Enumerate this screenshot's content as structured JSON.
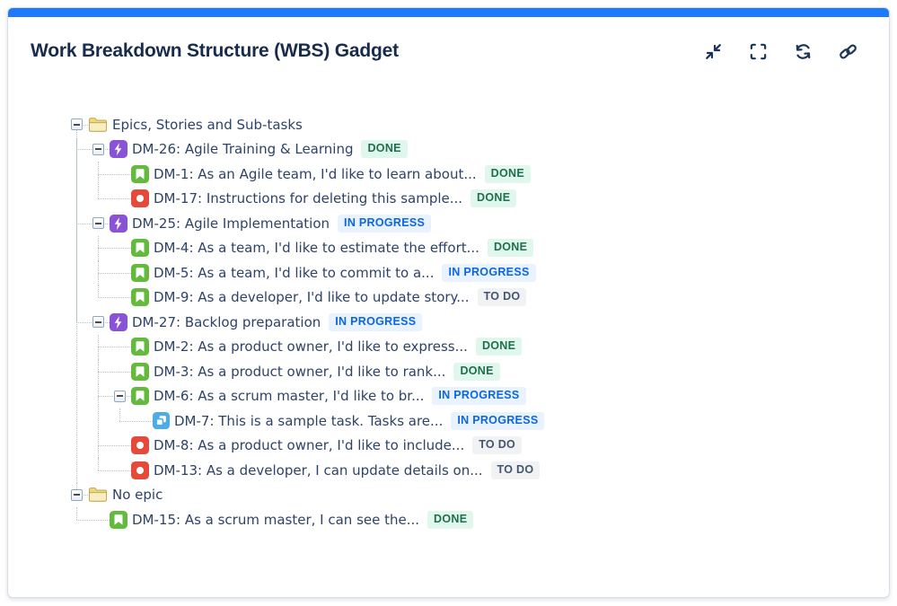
{
  "card": {
    "title": "Work Breakdown Structure (WBS) Gadget",
    "accent_color": "#1D7AFC"
  },
  "toolbar": {
    "icons": [
      "collapse-icon",
      "fullscreen-icon",
      "refresh-icon",
      "link-icon"
    ]
  },
  "status_styles": {
    "DONE": {
      "bg": "#DFF7EC",
      "fg": "#216E4E"
    },
    "IN PROGRESS": {
      "bg": "#E9F2FF",
      "fg": "#0C66E4"
    },
    "TO DO": {
      "bg": "#F1F2F4",
      "fg": "#44546F"
    }
  },
  "issue_type_colors": {
    "epic": "#8A52D6",
    "story": "#63BA3C",
    "bug": "#E5493A",
    "subtask": "#4BADE8",
    "folder_dark": "#EFD87B",
    "folder_light": "#F7EEC3",
    "folder_stroke": "#C7A84F"
  },
  "tree": [
    {
      "label": "Epics, Stories and Sub-tasks",
      "type": "folder",
      "toggle": true,
      "children": [
        {
          "label": "DM-26: Agile Training & Learning",
          "type": "epic",
          "toggle": true,
          "status": "DONE",
          "children": [
            {
              "label": "DM-1: As an Agile team, I'd like to learn about...",
              "type": "story",
              "status": "DONE"
            },
            {
              "label": "DM-17: Instructions for deleting this sample...",
              "type": "bug",
              "status": "DONE"
            }
          ]
        },
        {
          "label": "DM-25: Agile Implementation",
          "type": "epic",
          "toggle": true,
          "status": "IN PROGRESS",
          "children": [
            {
              "label": "DM-4: As a team, I'd like to estimate the effort...",
              "type": "story",
              "status": "DONE"
            },
            {
              "label": "DM-5: As a team, I'd like to commit to a...",
              "type": "story",
              "status": "IN PROGRESS"
            },
            {
              "label": "DM-9: As a developer, I'd like to update story...",
              "type": "story",
              "status": "TO DO"
            }
          ]
        },
        {
          "label": "DM-27: Backlog preparation",
          "type": "epic",
          "toggle": true,
          "status": "IN PROGRESS",
          "children": [
            {
              "label": "DM-2: As a product owner, I'd like to express...",
              "type": "story",
              "status": "DONE"
            },
            {
              "label": "DM-3: As a product owner, I'd like to rank...",
              "type": "story",
              "status": "DONE"
            },
            {
              "label": "DM-6: As a scrum master, I'd like to br...",
              "type": "story",
              "toggle": true,
              "status": "IN PROGRESS",
              "children": [
                {
                  "label": "DM-7: This is a sample task. Tasks are...",
                  "type": "subtask",
                  "status": "IN PROGRESS"
                }
              ]
            },
            {
              "label": "DM-8: As a product owner, I'd like to include...",
              "type": "bug",
              "status": "TO DO"
            },
            {
              "label": "DM-13: As a developer, I can update details on...",
              "type": "bug",
              "status": "TO DO"
            }
          ]
        }
      ]
    },
    {
      "label": "No epic",
      "type": "folder",
      "toggle": true,
      "children": [
        {
          "label": "DM-15: As a scrum master, I can see the...",
          "type": "story",
          "status": "DONE"
        }
      ]
    }
  ]
}
